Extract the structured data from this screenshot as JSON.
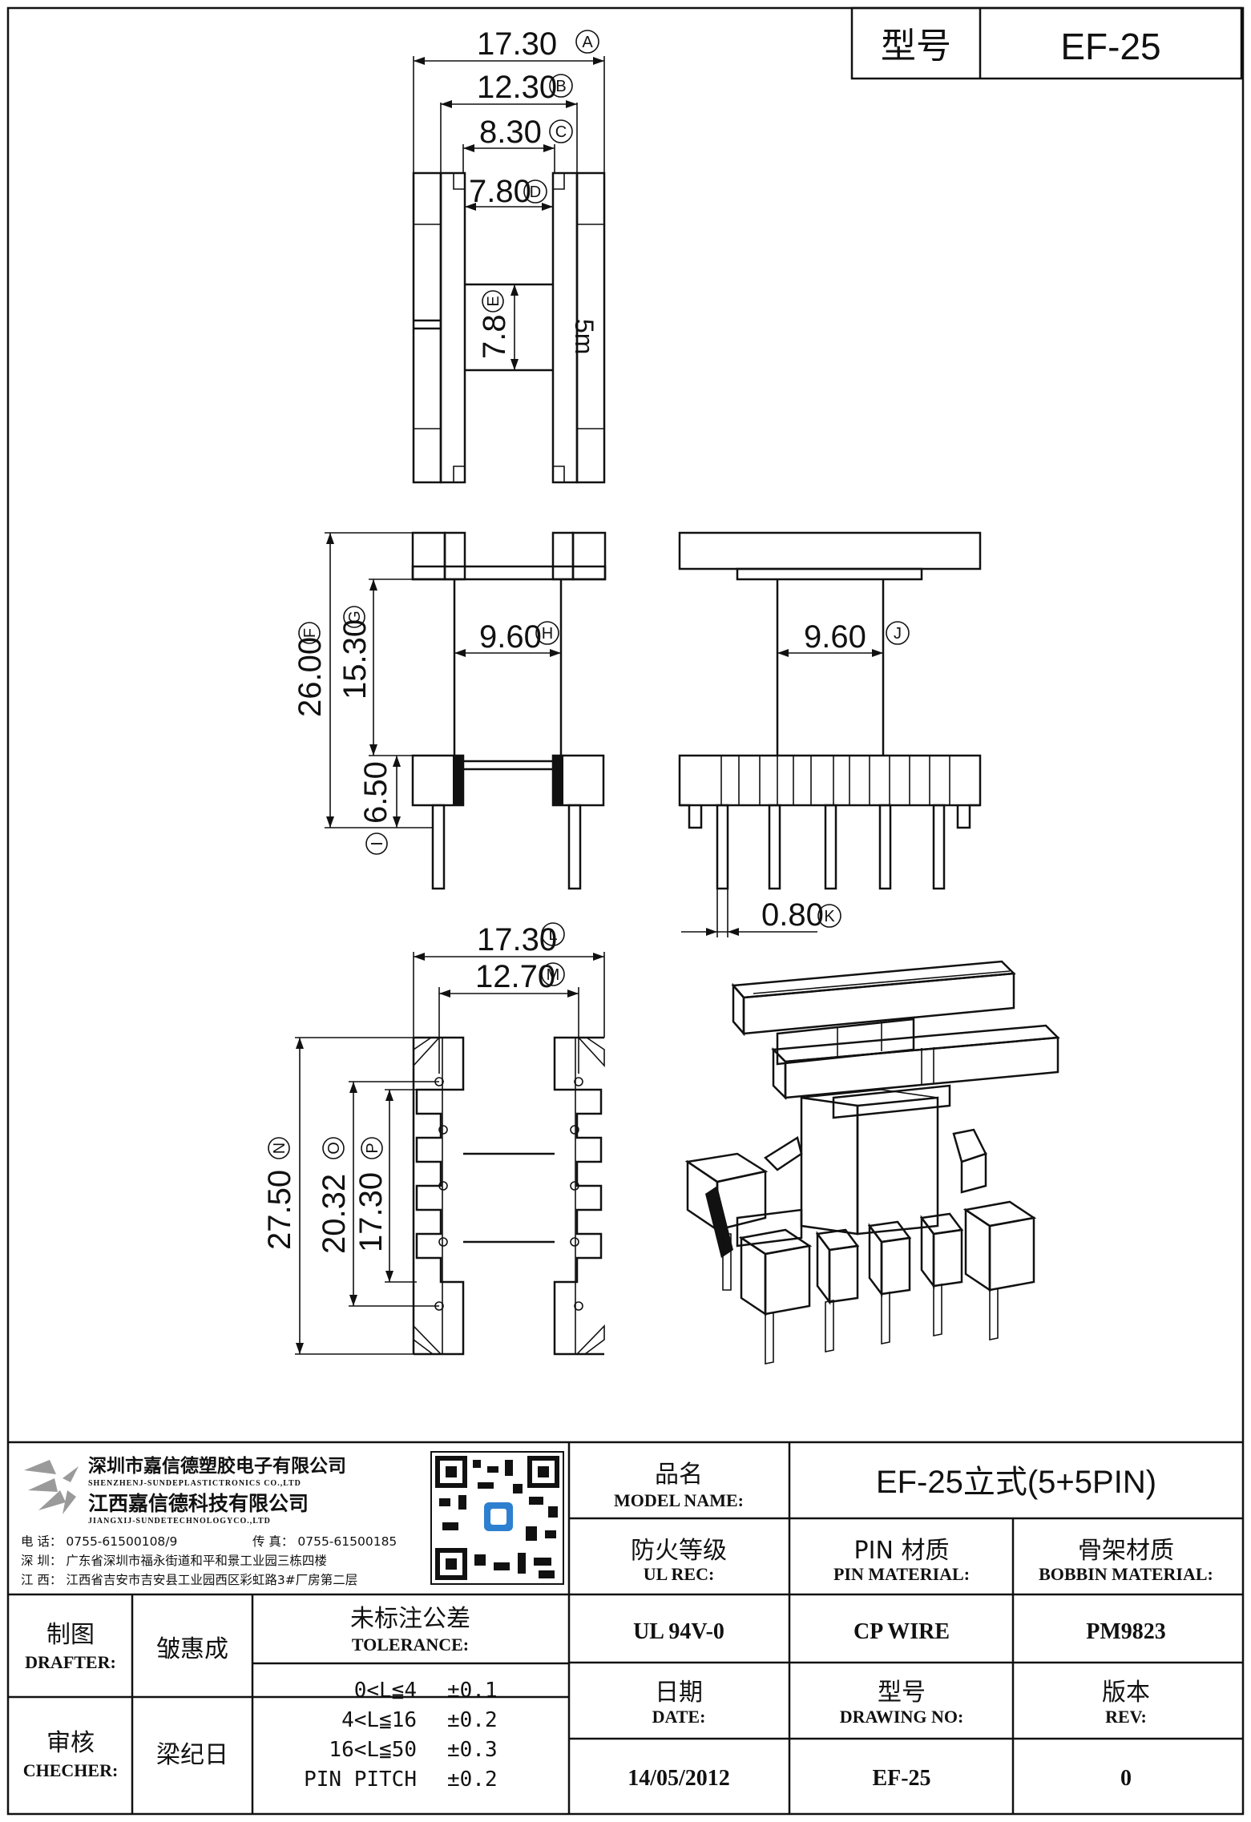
{
  "header": {
    "label": "型号",
    "model": "EF-25"
  },
  "dimensions": {
    "A": {
      "value": "17.30",
      "tag": "A"
    },
    "B": {
      "value": "12.30",
      "tag": "B"
    },
    "C": {
      "value": "8.30",
      "tag": "C"
    },
    "D": {
      "value": "7.80",
      "tag": "D"
    },
    "E": {
      "value": "7.8",
      "tag": "E"
    },
    "mark": "5m",
    "F": {
      "value": "26.00",
      "tag": "F"
    },
    "G": {
      "value": "15.30",
      "tag": "G"
    },
    "H": {
      "value": "9.60",
      "tag": "H"
    },
    "I": {
      "value": "6.50",
      "tag": "I"
    },
    "J": {
      "value": "9.60",
      "tag": "J"
    },
    "K": {
      "value": "0.80",
      "tag": "K"
    },
    "L": {
      "value": "17.30",
      "tag": "L"
    },
    "M": {
      "value": "12.70",
      "tag": "M"
    },
    "N": {
      "value": "27.50",
      "tag": "N"
    },
    "O": {
      "value": "20.32",
      "tag": "O"
    },
    "P": {
      "value": "17.30",
      "tag": "P"
    }
  },
  "company": {
    "name_cn_1": "深圳市嘉信德塑胶电子有限公司",
    "name_en_1": "SHENZHENJ-SUNDEPLASTICTRONICS CO.,LTD",
    "name_cn_2": "江西嘉信德科技有限公司",
    "name_en_2": "JIANGXIJ-SUNDETECHNOLOGYCO.,LTD",
    "phone": "电 话： 0755-61500108/9",
    "fax": "传 真： 0755-61500185",
    "addr_sz": "深 圳： 广东省深圳市福永街道和平和景工业园三栋四楼",
    "addr_jx": "江 西： 江西省吉安市吉安县工业园西区彩虹路3#厂房第二层"
  },
  "title_block": {
    "model_name_cn": "品名",
    "model_name_en": "MODEL NAME:",
    "model_name_value": "EF-25立式(5+5PIN)",
    "ul_cn": "防火等级",
    "ul_en": "UL REC:",
    "pin_cn": "PIN 材质",
    "pin_en": "PIN MATERIAL:",
    "bobbin_cn": "骨架材质",
    "bobbin_en": "BOBBIN MATERIAL:",
    "drafter_cn": "制图",
    "drafter_en": "DRAFTER:",
    "drafter_name": "皱惠成",
    "tolerance_cn": "未标注公差",
    "tolerance_en": "TOLERANCE:",
    "ul_value": "UL 94V-0",
    "pin_value": "CP WIRE",
    "bobbin_value": "PM9823",
    "checker_cn": "审核",
    "checker_en": "CHECHER:",
    "checker_name": "梁纪日",
    "tolerances": [
      {
        "range": "0<L≦4",
        "value": "±0.1"
      },
      {
        "range": "4<L≦16",
        "value": "±0.2"
      },
      {
        "range": "16<L≦50",
        "value": "±0.3"
      },
      {
        "range": "PIN PITCH",
        "value": "±0.2"
      }
    ],
    "date_cn": "日期",
    "date_en": "DATE:",
    "drawing_cn": "型号",
    "drawing_en": "DRAWING NO:",
    "rev_cn": "版本",
    "rev_en": "REV:",
    "date_value": "14/05/2012",
    "drawing_value": "EF-25",
    "rev_value": "0"
  },
  "colors": {
    "line": "#111111",
    "qr_accent": "#2d7fd0",
    "logo_gray": "#9a9a9a"
  }
}
